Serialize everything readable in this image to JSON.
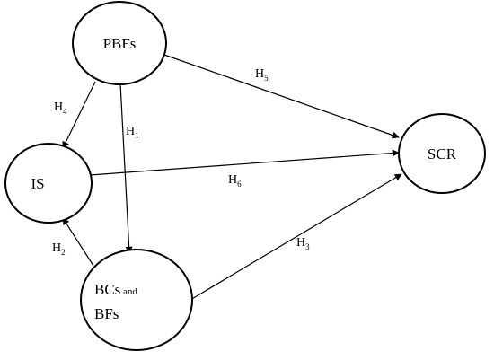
{
  "nodes": {
    "pbfs": {
      "label": "PBFs"
    },
    "is": {
      "label": "IS"
    },
    "scr": {
      "label": "SCR"
    },
    "bcs": {
      "label_main": "BCs",
      "label_small": " and",
      "label_line2": "BFs"
    }
  },
  "edges": {
    "h1": {
      "main": "H",
      "sub": "1"
    },
    "h2": {
      "main": "H",
      "sub": "2"
    },
    "h3": {
      "main": "H",
      "sub": "3"
    },
    "h4": {
      "main": "H",
      "sub": "4"
    },
    "h5": {
      "main": "H",
      "sub": "5"
    },
    "h6": {
      "main": "H",
      "sub": "6"
    }
  }
}
